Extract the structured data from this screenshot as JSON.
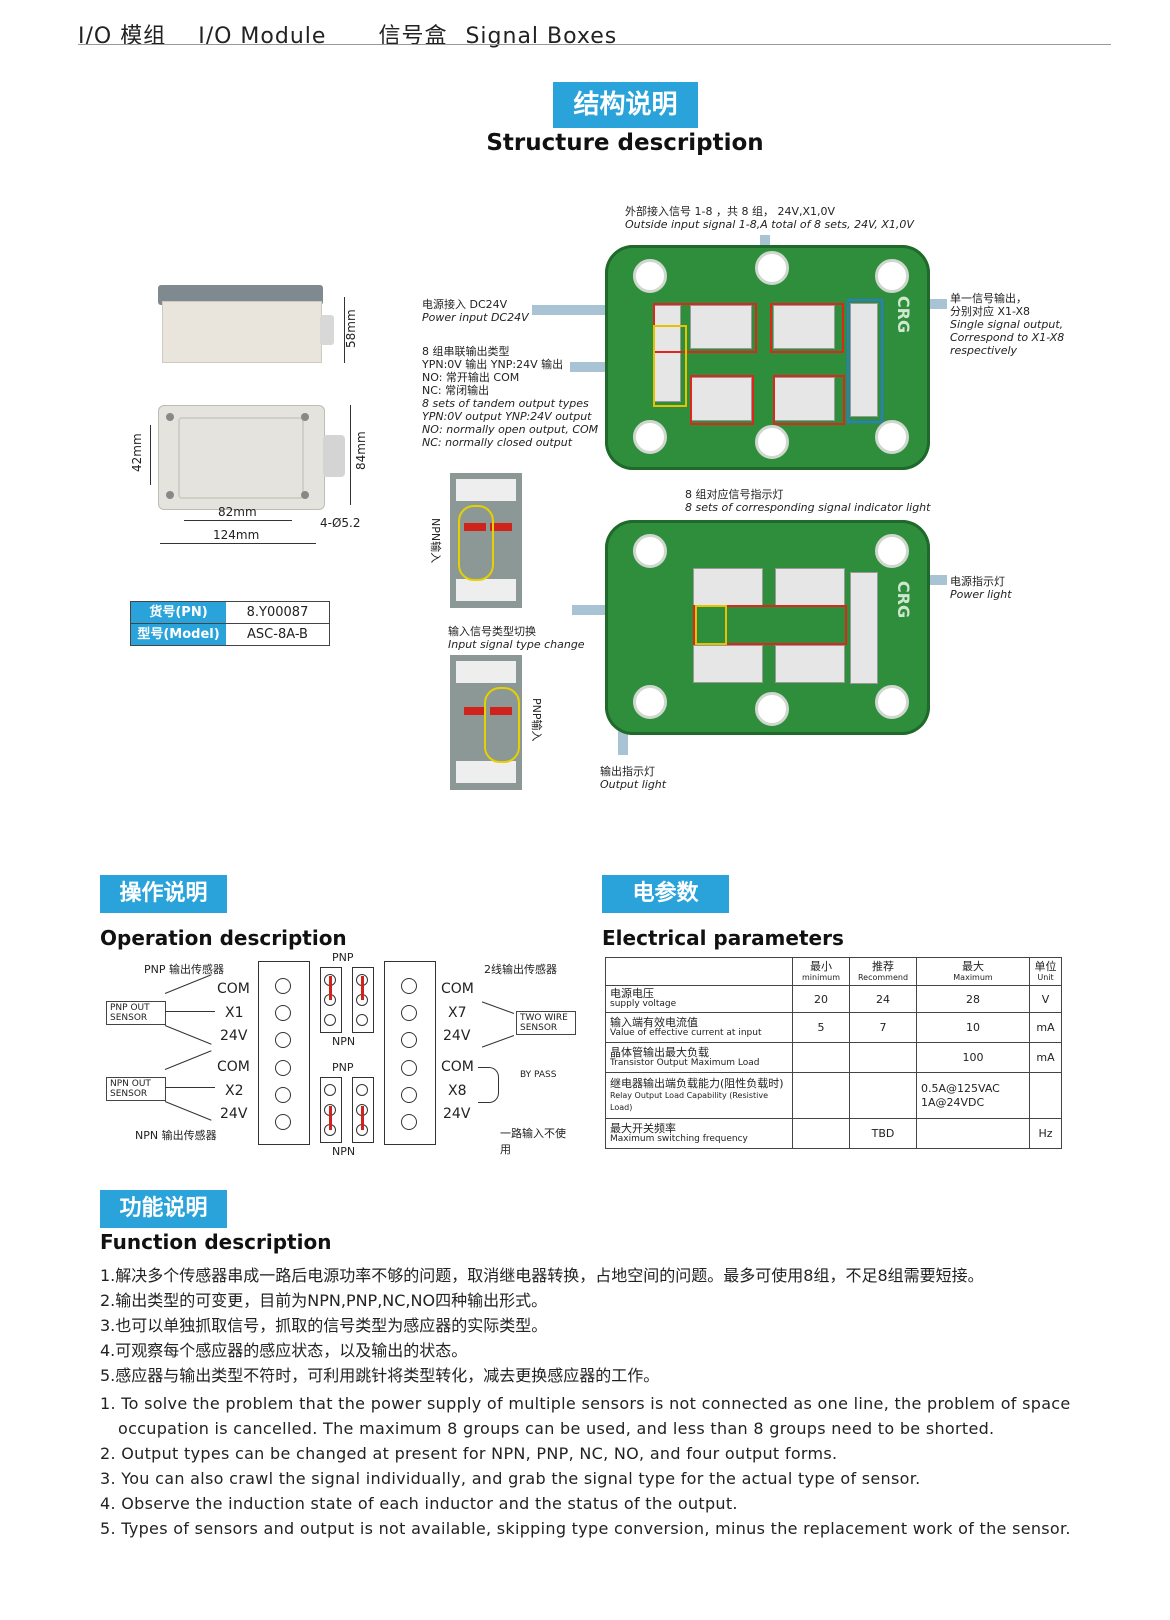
{
  "header": {
    "cn_module": "I/O 模组",
    "en_module": "I/O  Module",
    "cn_box": "信号盒",
    "en_box": "Signal Boxes"
  },
  "structure": {
    "badge": "结构说明",
    "title": "Structure description"
  },
  "dims": {
    "h58": "58mm",
    "h42": "42mm",
    "h84": "84mm",
    "w82": "82mm",
    "w124": "124mm",
    "hole": "4-Ø5.2"
  },
  "part": {
    "pn_label": "货号(PN)",
    "pn_value": "8.Y00087",
    "model_label": "型号(Model)",
    "model_value": "ASC-8A-B"
  },
  "callouts": {
    "outside_cn": "外部接入信号 1-8 ，共 8 组， 24V,X1,0V",
    "outside_en": "Outside  input signal 1-8,A total of 8 sets, 24V, X1,0V",
    "power_cn": "电源接入 DC24V",
    "power_en": "Power input DC24V",
    "single_cn1": "单一信号输出，",
    "single_cn2": "分别对应 X1-X8",
    "single_en1": "Single signal output,",
    "single_en2": "Correspond to X1-X8",
    "single_en3": "respectively",
    "tandem_cn1": "8 组串联输出类型",
    "tandem_cn2": "YPN:0V 输出  YNP:24V 输出",
    "tandem_cn3": "NO: 常开输出 COM",
    "tandem_cn4": "NC: 常闭输出",
    "tandem_en1": "8 sets of tandem output types",
    "tandem_en2": "YPN:0V output  YNP:24V output",
    "tandem_en3": "NO: normally open output, COM",
    "tandem_en4": "NC: normally closed output",
    "indicator_cn": "8 组对应信号指示灯",
    "indicator_en": "8 sets of corresponding signal indicator light",
    "powerlight_cn": "电源指示灯",
    "powerlight_en": "Power light",
    "npn_in": "NPN输入",
    "pnp_in": "PNP输入",
    "switch_cn": "输入信号类型切换",
    "switch_en": "Input signal type change",
    "outlight_cn": "输出指示灯",
    "outlight_en": "Output light",
    "brand": "CRG"
  },
  "operation": {
    "badge": "操作说明",
    "title": "Operation description",
    "pnp_sensor_cn": "PNP 输出传感器",
    "npn_sensor_cn": "NPN 输出传感器",
    "pnp_out_sensor": "PNP OUT SENSOR",
    "npn_out_sensor": "NPN OUT SENSOR",
    "two_wire_cn": "2线输出传感器",
    "two_wire_sensor": "TWO WIRE SENSOR",
    "bypass": "BY PASS",
    "one_unused_cn": "一路输入不使用",
    "left_labels_top": [
      "COM",
      "X1",
      "24V"
    ],
    "left_labels_bottom": [
      "COM",
      "X2",
      "24V"
    ],
    "right_labels_top": [
      "COM",
      "X7",
      "24V"
    ],
    "right_labels_bottom": [
      "COM",
      "X8",
      "24V"
    ],
    "pnp": "PNP",
    "npn": "NPN"
  },
  "electrical": {
    "badge": "电参数",
    "title": "Electrical parameters",
    "headers": [
      {
        "cn": "最小",
        "en": "minimum"
      },
      {
        "cn": "推荐",
        "en": "Recommend"
      },
      {
        "cn": "最大",
        "en": "Maximum"
      },
      {
        "cn": "单位",
        "en": "Unit"
      }
    ],
    "rows": [
      {
        "cn": "电源电压",
        "en": "supply voltage",
        "min": "20",
        "rec": "24",
        "max": "28",
        "unit": "V"
      },
      {
        "cn": "输入端有效电流值",
        "en": "Value of effective current at input",
        "min": "5",
        "rec": "7",
        "max": "10",
        "unit": "mA"
      },
      {
        "cn": "晶体管输出最大负载",
        "en": "Transistor Output Maximum Load",
        "min": "",
        "rec": "",
        "max": "100",
        "unit": "mA"
      },
      {
        "cn": "继电器输出端负载能力(阻性负载时)",
        "en": "Relay Output Load Capability (Resistive Load)",
        "min": "",
        "rec": "",
        "max": "0.5A@125VAC\n1A@24VDC",
        "unit": ""
      },
      {
        "cn": "最大开关频率",
        "en": "Maximum switching frequency",
        "min": "",
        "rec": "TBD",
        "max": "",
        "unit": "Hz"
      }
    ]
  },
  "function": {
    "badge": "功能说明",
    "title": "Function description",
    "cn": [
      "1.解决多个传感器串成一路后电源功率不够的问题，取消继电器转换，占地空间的问题。最多可使用8组，不足8组需要短接。",
      "2.输出类型的可变更，目前为NPN,PNP,NC,NO四种输出形式。",
      "3.也可以单独抓取信号，抓取的信号类型为感应器的实际类型。",
      "4.可观察每个感应器的感应状态，以及输出的状态。",
      "5.感应器与输出类型不符时，可利用跳针将类型转化，减去更换感应器的工作。"
    ],
    "en": [
      "1. To solve the problem that the power supply of multiple sensors is not connected as one line, the problem of space",
      "occupation is cancelled. The maximum 8 groups can be used, and less than 8 groups need to be shorted.",
      "2. Output types can be changed at present for NPN, PNP, NC, NO, and four output forms.",
      "3. You can also crawl the signal individually, and grab the signal type for the actual type of sensor.",
      "4. Observe the induction state of each inductor and the status of the output.",
      "5. Types of sensors and output is not available, skipping type conversion, minus the replacement work of the sensor."
    ]
  }
}
